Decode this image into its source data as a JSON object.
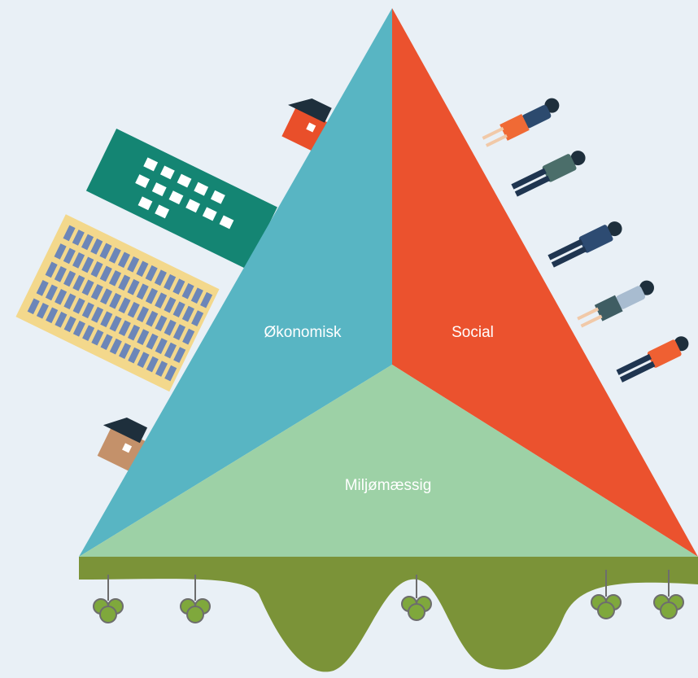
{
  "diagram": {
    "sections": {
      "economic": {
        "label": "Økonomisk",
        "color": "#58b5c3"
      },
      "social": {
        "label": "Social",
        "color": "#eb522e"
      },
      "environmental": {
        "label": "Miljømæssig",
        "color": "#9dd1a6"
      }
    },
    "ground_color": "#7b9338",
    "background_color": "#e9f0f6"
  }
}
